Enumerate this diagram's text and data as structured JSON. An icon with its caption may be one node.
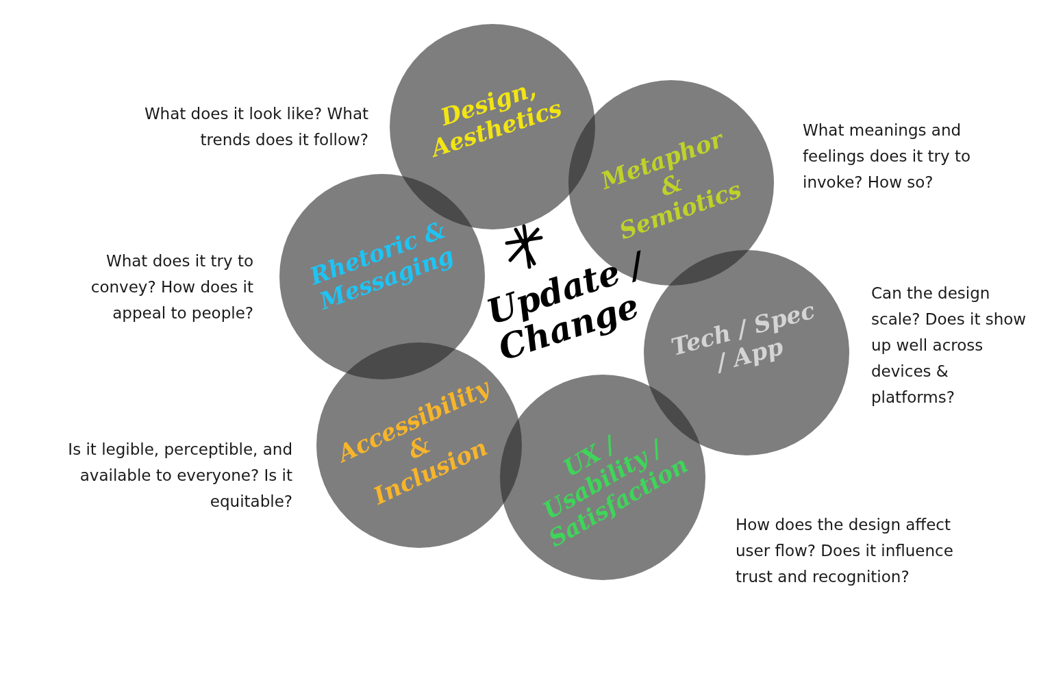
{
  "diagram": {
    "nodes": [
      {
        "text": [
          "Design, Aesthetics"
        ],
        "beside": [
          "What does it look like? What trends does it follow?"
        ]
      },
      {
        "text": [
          "Metaphor & Semiotics"
        ],
        "beside": [
          "What meanings and feelings does it try to invoke? How so?"
        ]
      },
      {
        "text": [
          "Tech / Spec / App"
        ],
        "beside": [
          "Can the design scale? Does it show up well across devices & platforms?"
        ]
      },
      {
        "text": [
          "UX / Usability / Satisfaction"
        ],
        "beside": [
          "How does the design affect user flow? Does it influence trust and recognition?"
        ]
      },
      {
        "text": [
          "Accessibility & Inclusion"
        ],
        "beside": [
          "Is it legible, perceptible, and available to everyone? Is it equitable?"
        ]
      },
      {
        "text": [
          "Rhetoric & Messaging"
        ],
        "beside": [
          "What does it try to convey? How does it appeal to people?"
        ]
      }
    ],
    "edges": [],
    "labels": [
      "Update / Change"
    ]
  }
}
